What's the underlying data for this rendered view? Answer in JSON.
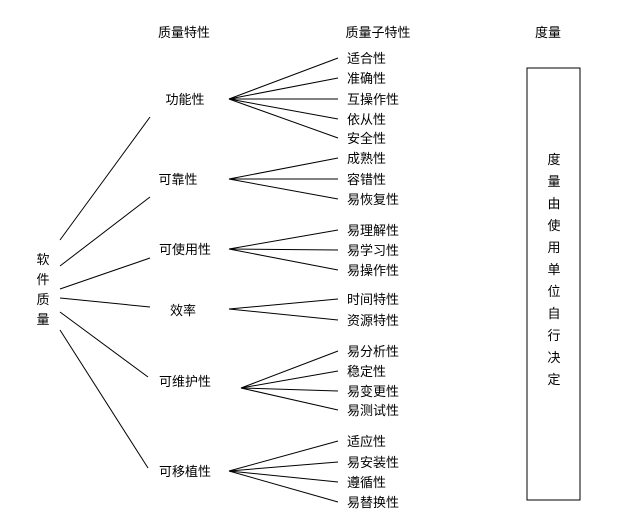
{
  "headers": {
    "characteristic": "质量特性",
    "subcharacteristic": "质量子特性",
    "measure": "度量"
  },
  "root": "软件质量",
  "characteristics": [
    {
      "name": "功能性",
      "subs": [
        "适合性",
        "准确性",
        "互操作性",
        "依从性",
        "安全性"
      ]
    },
    {
      "name": "可靠性",
      "subs": [
        "成熟性",
        "容错性",
        "易恢复性"
      ]
    },
    {
      "name": "可使用性",
      "subs": [
        "易理解性",
        "易学习性",
        "易操作性"
      ]
    },
    {
      "name": "效率",
      "subs": [
        "时间特性",
        "资源特性"
      ]
    },
    {
      "name": "可维护性",
      "subs": [
        "易分析性",
        "稳定性",
        "易变更性",
        "易测试性"
      ]
    },
    {
      "name": "可移植性",
      "subs": [
        "适应性",
        "易安装性",
        "遵循性",
        "易替换性"
      ]
    }
  ],
  "measure_note": "度量由使用单位自行决定"
}
